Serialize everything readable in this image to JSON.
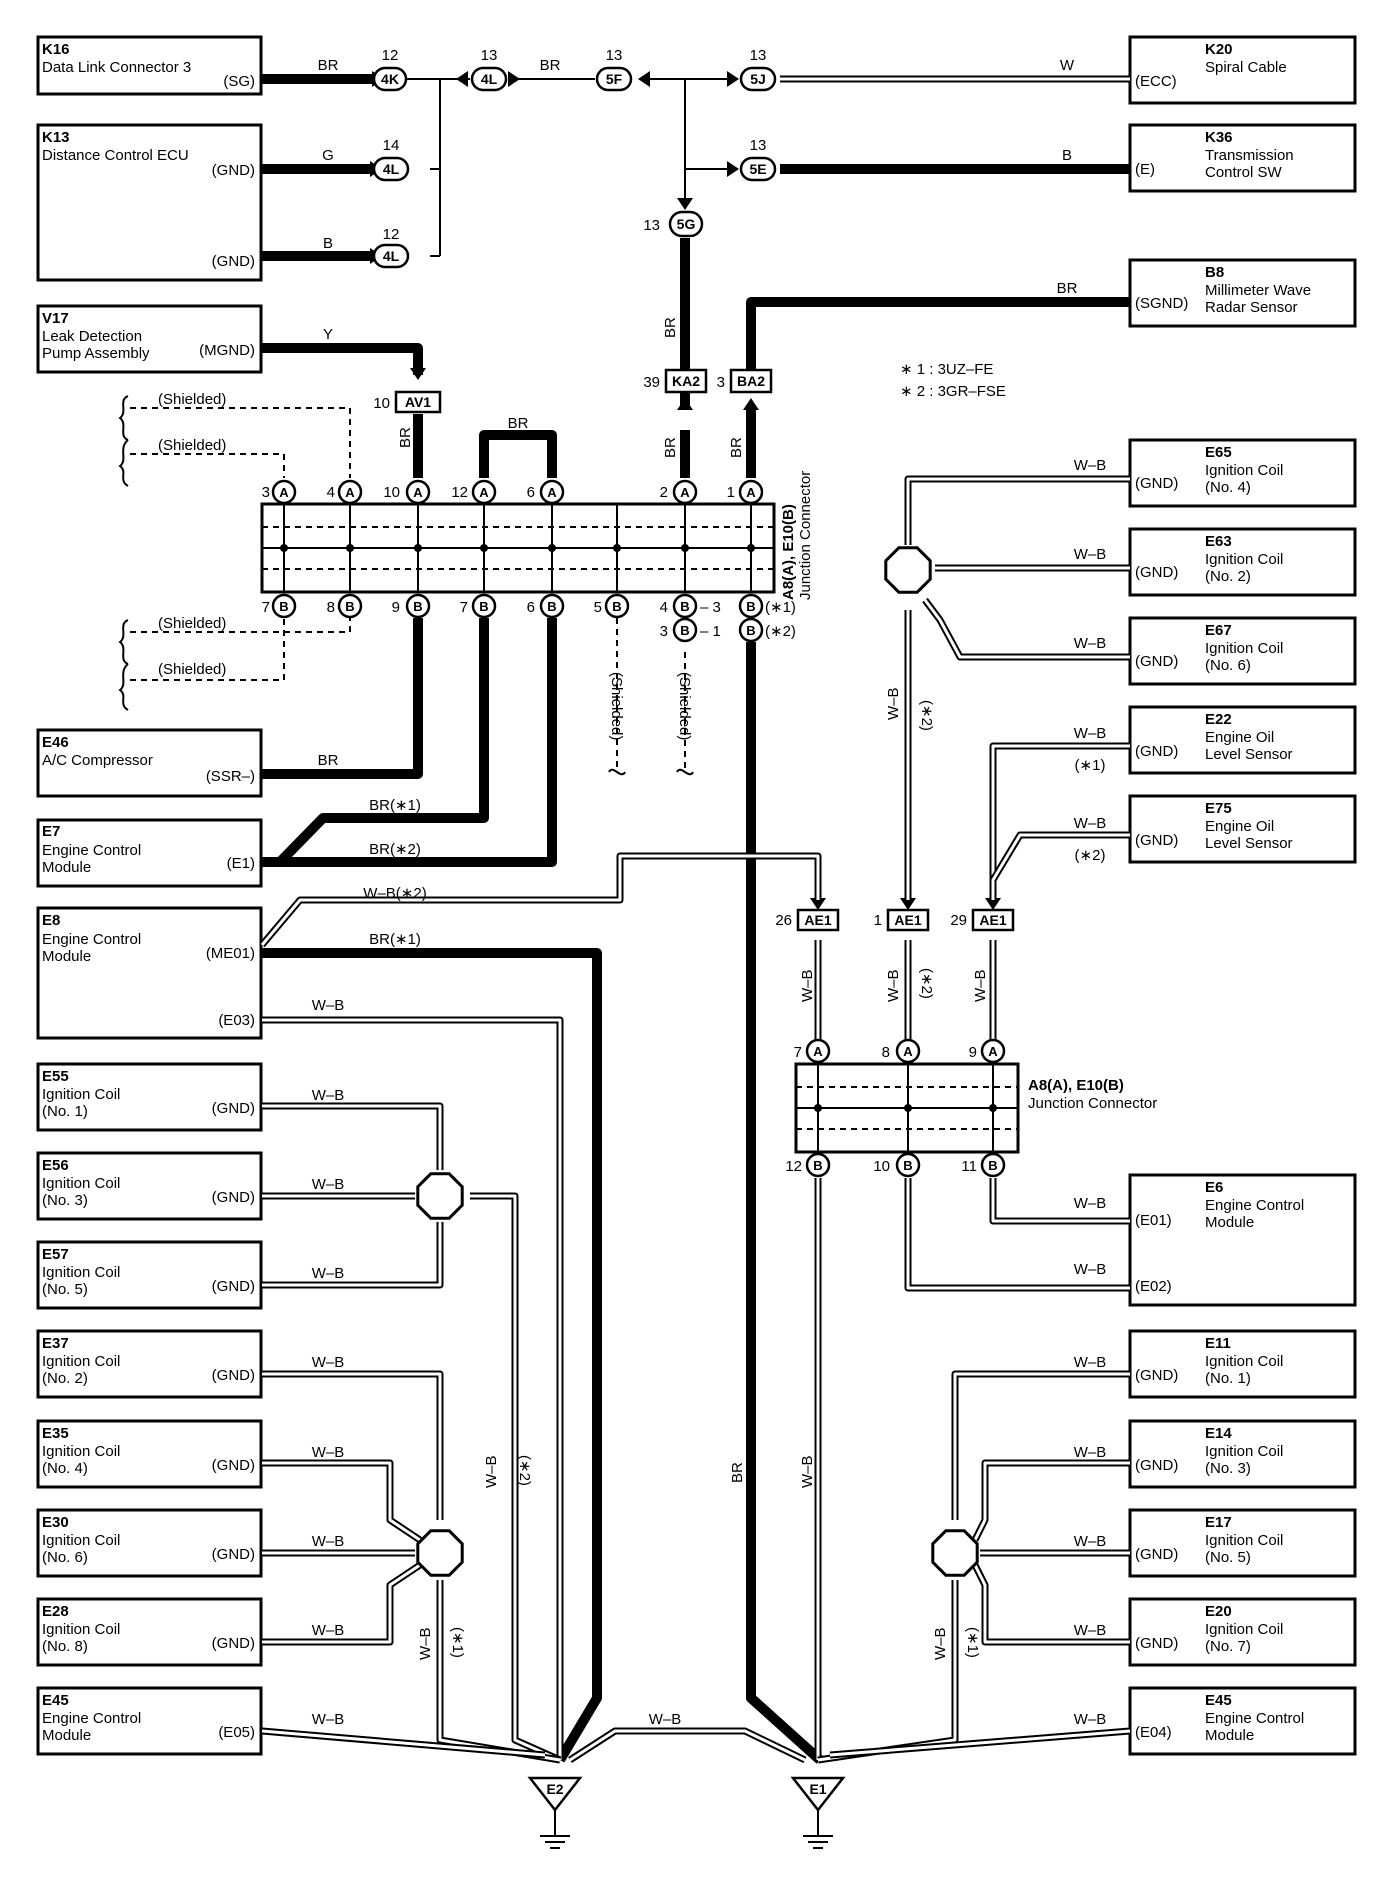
{
  "components": {
    "k16": {
      "code": "K16",
      "name": [
        "Data Link Connector 3"
      ],
      "pin": "(SG)"
    },
    "k13": {
      "code": "K13",
      "name": [
        "Distance Control ECU"
      ],
      "pin1": "(GND)",
      "pin2": "(GND)"
    },
    "v17": {
      "code": "V17",
      "name": [
        "Leak Detection",
        "Pump Assembly"
      ],
      "pin": "(MGND)"
    },
    "k20": {
      "code": "K20",
      "name": [
        "Spiral Cable"
      ],
      "pin": "(ECC)"
    },
    "k36": {
      "code": "K36",
      "name": [
        "Transmission",
        "Control SW"
      ],
      "pin": "(E)"
    },
    "b8": {
      "code": "B8",
      "name": [
        "Millimeter Wave",
        "Radar Sensor"
      ],
      "pin": "(SGND)"
    },
    "e65": {
      "code": "E65",
      "name": [
        "Ignition Coil",
        "(No. 4)"
      ],
      "pin": "(GND)"
    },
    "e63": {
      "code": "E63",
      "name": [
        "Ignition Coil",
        "(No. 2)"
      ],
      "pin": "(GND)"
    },
    "e67": {
      "code": "E67",
      "name": [
        "Ignition Coil",
        "(No. 6)"
      ],
      "pin": "(GND)"
    },
    "e22": {
      "code": "E22",
      "name": [
        "Engine Oil",
        "Level Sensor"
      ],
      "pin": "(GND)"
    },
    "e75": {
      "code": "E75",
      "name": [
        "Engine Oil",
        "Level Sensor"
      ],
      "pin": "(GND)"
    },
    "e46": {
      "code": "E46",
      "name": [
        "A/C Compressor"
      ],
      "pin": "(SSR–)"
    },
    "e7": {
      "code": "E7",
      "name": [
        "Engine Control",
        "Module"
      ],
      "pin": "(E1)"
    },
    "e8": {
      "code": "E8",
      "name": [
        "Engine Control",
        "Module"
      ],
      "pin1": "(ME01)",
      "pin2": "(E03)"
    },
    "e55": {
      "code": "E55",
      "name": [
        "Ignition Coil",
        "(No. 1)"
      ],
      "pin": "(GND)"
    },
    "e56": {
      "code": "E56",
      "name": [
        "Ignition Coil",
        "(No. 3)"
      ],
      "pin": "(GND)"
    },
    "e57": {
      "code": "E57",
      "name": [
        "Ignition Coil",
        "(No. 5)"
      ],
      "pin": "(GND)"
    },
    "e37": {
      "code": "E37",
      "name": [
        "Ignition Coil",
        "(No. 2)"
      ],
      "pin": "(GND)"
    },
    "e35": {
      "code": "E35",
      "name": [
        "Ignition Coil",
        "(No. 4)"
      ],
      "pin": "(GND)"
    },
    "e30": {
      "code": "E30",
      "name": [
        "Ignition Coil",
        "(No. 6)"
      ],
      "pin": "(GND)"
    },
    "e28": {
      "code": "E28",
      "name": [
        "Ignition Coil",
        "(No. 8)"
      ],
      "pin": "(GND)"
    },
    "e45l": {
      "code": "E45",
      "name": [
        "Engine Control",
        "Module"
      ],
      "pin": "(E05)"
    },
    "e6": {
      "code": "E6",
      "name": [
        "Engine Control",
        "Module"
      ],
      "pin1": "(E01)",
      "pin2": "(E02)"
    },
    "e11": {
      "code": "E11",
      "name": [
        "Ignition Coil",
        "(No. 1)"
      ],
      "pin": "(GND)"
    },
    "e14": {
      "code": "E14",
      "name": [
        "Ignition Coil",
        "(No. 3)"
      ],
      "pin": "(GND)"
    },
    "e17": {
      "code": "E17",
      "name": [
        "Ignition Coil",
        "(No. 5)"
      ],
      "pin": "(GND)"
    },
    "e20": {
      "code": "E20",
      "name": [
        "Ignition Coil",
        "(No. 7)"
      ],
      "pin": "(GND)"
    },
    "e45r": {
      "code": "E45",
      "name": [
        "Engine Control",
        "Module"
      ],
      "pin": "(E04)"
    }
  },
  "notes": [
    "∗ 1 : 3UZ–FE",
    "∗ 2 : 3GR–FSE"
  ],
  "junction": {
    "label": [
      "A8(A), E10(B)",
      "Junction Connector"
    ]
  },
  "grounds": [
    "E2",
    "E1"
  ],
  "connectors": {
    "c4k": "4K",
    "c4l1": "4L",
    "c5f": "5F",
    "c5j": "5J",
    "c5e": "5E",
    "c5g": "5G",
    "c4l2": "4L",
    "c4l3": "4L",
    "av1": "AV1",
    "ka2": "KA2",
    "ba2": "BA2",
    "ae1a": "AE1",
    "ae1b": "AE1",
    "ae1c": "AE1"
  },
  "pins": {
    "p12a": "12",
    "p13a": "13",
    "p13b": "13",
    "p13c": "13",
    "p13d": "13",
    "p14": "14",
    "p12b": "12",
    "p13g": "13",
    "p10": "10",
    "p39": "39",
    "p3": "3",
    "jt3": "3",
    "jt4": "4",
    "jt10": "10",
    "jt12": "12",
    "jt6": "6",
    "jt2": "2",
    "jt1": "1",
    "jb7": "7",
    "jb8": "8",
    "jb9": "9",
    "jb7b": "7",
    "jb6": "6",
    "jb5": "5",
    "jb4": "4",
    "jb3": "3",
    "jb4n": "– 3",
    "jb3n": "– 1",
    "jb4s": "(∗1)",
    "jb3s": "(∗2)",
    "ae26": "26",
    "ae1": "1",
    "ae29": "29",
    "j2t7": "7",
    "j2t8": "8",
    "j2t9": "9",
    "j2b12": "12",
    "j2b10": "10",
    "j2b11": "11"
  },
  "wires": {
    "br": "BR",
    "w": "W",
    "g": "G",
    "b": "B",
    "y": "Y",
    "wb": "W–B",
    "br1": "BR(∗1)",
    "br2": "BR(∗2)",
    "wb2": "W–B(∗2)",
    "s1": "(∗1)",
    "s2": "(∗2)",
    "shielded": "(Shielded)"
  }
}
